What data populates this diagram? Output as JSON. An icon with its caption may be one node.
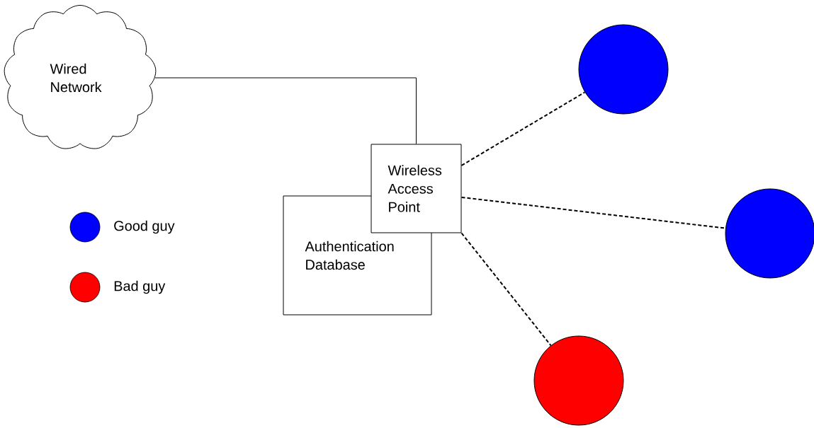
{
  "diagram": {
    "nodes": [
      {
        "text": [
          "Wired Network"
        ]
      },
      {
        "text": [
          "Wireless Access Point"
        ]
      },
      {
        "text": [
          "Authentication Database"
        ]
      },
      {
        "text": [],
        "shape": "circle"
      },
      {
        "text": [],
        "shape": "circle"
      },
      {
        "text": [],
        "shape": "circle"
      }
    ],
    "edges": [
      {
        "from": 0,
        "to": 1,
        "arrow": "none"
      },
      {
        "from": 1,
        "to": 3,
        "arrow": "none",
        "style": "dashed"
      },
      {
        "from": 1,
        "to": 4,
        "arrow": "none",
        "style": "dashed"
      },
      {
        "from": 1,
        "to": 5,
        "arrow": "none",
        "style": "dashed"
      }
    ],
    "legend": [
      {
        "text": "Good guy",
        "color": "#0000ff"
      },
      {
        "text": "Bad guy",
        "color": "#ff0000"
      }
    ]
  }
}
